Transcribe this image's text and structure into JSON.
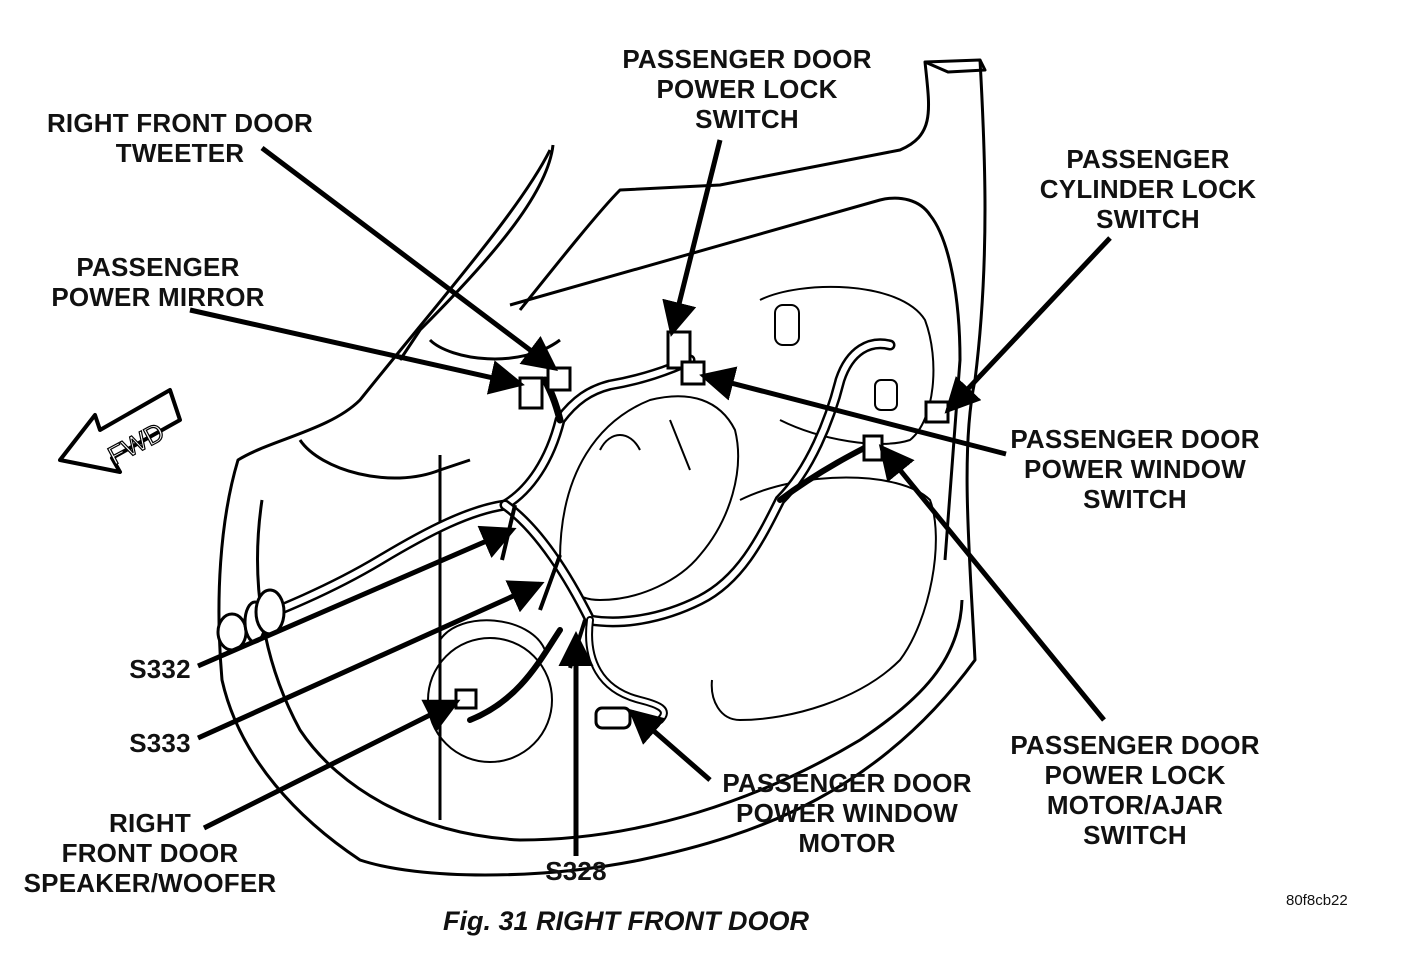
{
  "figure": {
    "caption": "Fig. 31 RIGHT FRONT DOOR",
    "code": "80f8cb22",
    "fwd_label": "FWD"
  },
  "callouts": {
    "tweeter": [
      "RIGHT FRONT DOOR",
      "TWEETER"
    ],
    "mirror": [
      "PASSENGER",
      "POWER MIRROR"
    ],
    "lock_switch": [
      "PASSENGER DOOR",
      "POWER LOCK",
      "SWITCH"
    ],
    "cylinder_switch": [
      "PASSENGER",
      "CYLINDER LOCK",
      "SWITCH"
    ],
    "window_switch": [
      "PASSENGER DOOR",
      "POWER WINDOW",
      "SWITCH"
    ],
    "lock_motor": [
      "PASSENGER DOOR",
      "POWER LOCK",
      "MOTOR/AJAR",
      "SWITCH"
    ],
    "window_motor": [
      "PASSENGER DOOR",
      "POWER WINDOW",
      "MOTOR"
    ],
    "s332": "S332",
    "s333": "S333",
    "speaker": [
      "RIGHT",
      "FRONT DOOR",
      "SPEAKER/WOOFER"
    ],
    "s328": "S328"
  }
}
